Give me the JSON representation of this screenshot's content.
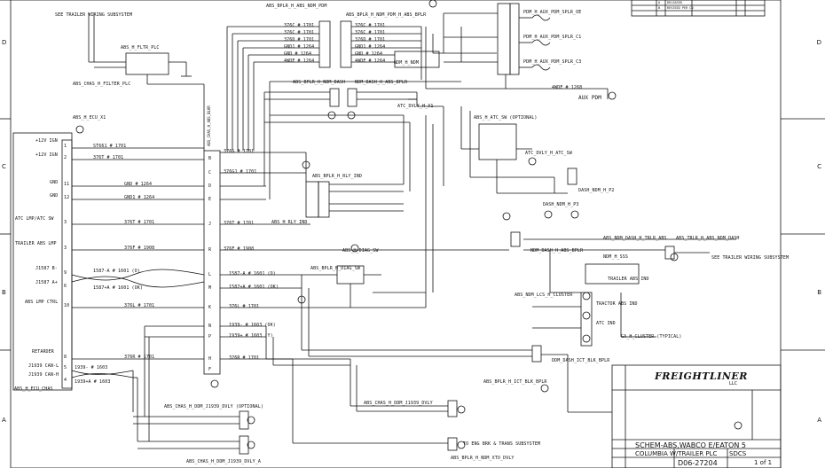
{
  "grid": {
    "rows_left": [
      "D",
      "C",
      "B",
      "A"
    ],
    "rows_right": [
      "D",
      "C",
      "B",
      "A"
    ]
  },
  "labels": {
    "see_trailer_wiring": "SEE TRAILER WIRING SUBSYSTEM",
    "filter_plc": "ABS_H_FLTR_PLC",
    "abs_chas_filter_plc": "ABS_CHAS_H_FILTER_PLC",
    "abs_ecu_x1": "ABS_H_ECU_X1",
    "abs_ecu_chas": "ABS_H_ECU_CHAS",
    "abs_x2": "ABS_CHAS_H_ABS_BLKR",
    "abs_bplr_top": "ABS_BPLR_H_ABS_NDM_PDM",
    "abs_bplr_nhpbdm": "ABS_BPLR_H_NDM_PDM_H_ABS_BPLR",
    "abs_bplr_dash": "ABS_BPLR_H_NDM_DASH",
    "dash_abs_bplr": "NDM_DASH_H_ABS_BPLR",
    "ndm_h_ndm": "NDM_H_NDM",
    "pdm_aux_top": "PDM_H_AUX_PDM_SPLR_OE",
    "pdm_aux_c1": "PDM_H_AUX_PDM_SPLR_C1",
    "pdm_aux_c3": "PDM_H_AUX_PDM_SPLR_C3",
    "aux_pdm": "AUX PDM",
    "wire_4wde_1268": "4WDE # 1268",
    "atc_dvly_x1": "ATC_DVLY_H_X1",
    "abs_atc_sw": "ABS_H_ATC_SW (OPTIONAL)",
    "atc_dvly_atc_sw": "ATC_DVLY_H_ATC_SW",
    "dash_ndm_p2": "DASH_NDM_H_P2",
    "dash_ndm_p3": "DASH_NDM_H_P3",
    "abs_bplr_rly": "ABS_BPLR_H_RLY_IND",
    "abs_rly_ind": "ABS_H_RLY_IND",
    "abs_diag_sw": "ABS_H_DIAG_SW",
    "abs_bplr_diag_sw": "ABS_BPLR_H_DIAG_SW",
    "abs_ndm_dash": "ABS_NDM_DASH_H_TRLR_ABS",
    "abs_trlr_ndm_dash": "ABS_TRLR_H_ABS_NDM_DASH",
    "ndm_dash_abs_bplr2": "NDM_DASH_H_ABS_BPLR",
    "ndm_h_sss": "NDM_H_SSS",
    "see_trailer_wiring_2": "SEE TRAILER WIRING SUBSYSTEM",
    "trailer_abs_ind": "TRAILER ABS IND",
    "tractor_abs_ind": "TRACTOR ABS IND",
    "atc_ind": "ATC IND",
    "ga_cluster": "GA_H_CLUSTER (TYPICAL)",
    "abs_ndm_luster": "ABS_NDM_LCS_H_CLUSTER",
    "dash_ndm_ictl": "DDM_DASH_ICT_BLK_BPLR",
    "abs_bplr_ictl": "ABS_BPLR_H_ICT_BLK_BPLR",
    "abs_chas_j1939_dvly": "ABS_CHAS_H_DDM_J1939_DVLY (OPTIONAL)",
    "abs_chas_j1939_dvly_b": "ABS_CHAS_H_DDM_J1939_DVLY",
    "abs_chas_ddm_dvly_a": "ABS_CHAS_H_DDM_J1939_DVLY_A",
    "to_eng_brk": "TO ENG BRK & TRANS SUBSYSTEM",
    "abs_bplr_ndm_xto_dvly": "ABS_BPLR_H_NDM_XTO_DVLY"
  },
  "ecu_pins": [
    {
      "name": "+12V IGN",
      "pin": "1",
      "wire": "ST661 # 1701"
    },
    {
      "name": "+12V IGN",
      "pin": "2",
      "wire": "376T # 1701"
    },
    {
      "name": "GND",
      "pin": "11",
      "wire": "GND # 1264"
    },
    {
      "name": "GND",
      "pin": "12",
      "wire": "GND1 # 1264"
    },
    {
      "name": "ATC LMP/ATC SW",
      "pin": "3",
      "wire": "376T # 1701"
    },
    {
      "name": "TRAILER ABS LMP",
      "pin": "3",
      "wire": "376F # 1908"
    },
    {
      "name": "J1587 B-",
      "pin": "9",
      "wire": "1587-A # 1601 (O)"
    },
    {
      "name": "J1587 A+",
      "pin": "6",
      "wire": "1587+A # 1601 (OK)"
    },
    {
      "name": "ABS LMP CTRL",
      "pin": "10",
      "wire": "376L # 1701"
    },
    {
      "name": "RETARDER",
      "pin": "8",
      "wire": "376R # 1701"
    },
    {
      "name": "J1939 CAN-L",
      "pin": "5",
      "wire": "1939- # 1603"
    },
    {
      "name": "J1939 CAN-H",
      "pin": "4",
      "wire": "1939+A # 1603"
    }
  ],
  "connector_pins": [
    "B",
    "C",
    "D",
    "E",
    "J",
    "R",
    "L",
    "M",
    "K",
    "N",
    "P",
    "H",
    "F"
  ],
  "connector_x_labels": [
    "376G # 1701",
    "376G1 # 1701",
    "GND # 1264",
    "GND1 # 1264",
    "376T # 1701",
    "376F # 1908",
    "1587-A # 1601 (O)",
    "1587+A # 1601 (OK)",
    "376L # 1701",
    "1939- # 1603 (OK)",
    "1939+ # 1603 (Y)",
    "376R # 1701"
  ],
  "top_wires": [
    "376C # 1701",
    "376C # 1701",
    "376D # 1701",
    "GND1 # 1264",
    "GND # 1264",
    "4WDE # 1264"
  ],
  "title_block": {
    "company": "FREIGHTLINER",
    "company_suffix": "LLC",
    "sheet_title": "SCHEM-ABS,WABCO E/EATON 5",
    "subtitle": "COLUMBIA W/TRAILER PLC",
    "doc_no": "D06-27204",
    "sheet": "SDCS",
    "page": "1 of 1"
  },
  "rev_table": [
    {
      "rev": "A",
      "desc": "RELEASED",
      "by": ""
    },
    {
      "rev": "B",
      "desc": "REVISED PER CN",
      "by": ""
    }
  ],
  "colors": {
    "line": "#111111",
    "background": "#ffffff"
  }
}
